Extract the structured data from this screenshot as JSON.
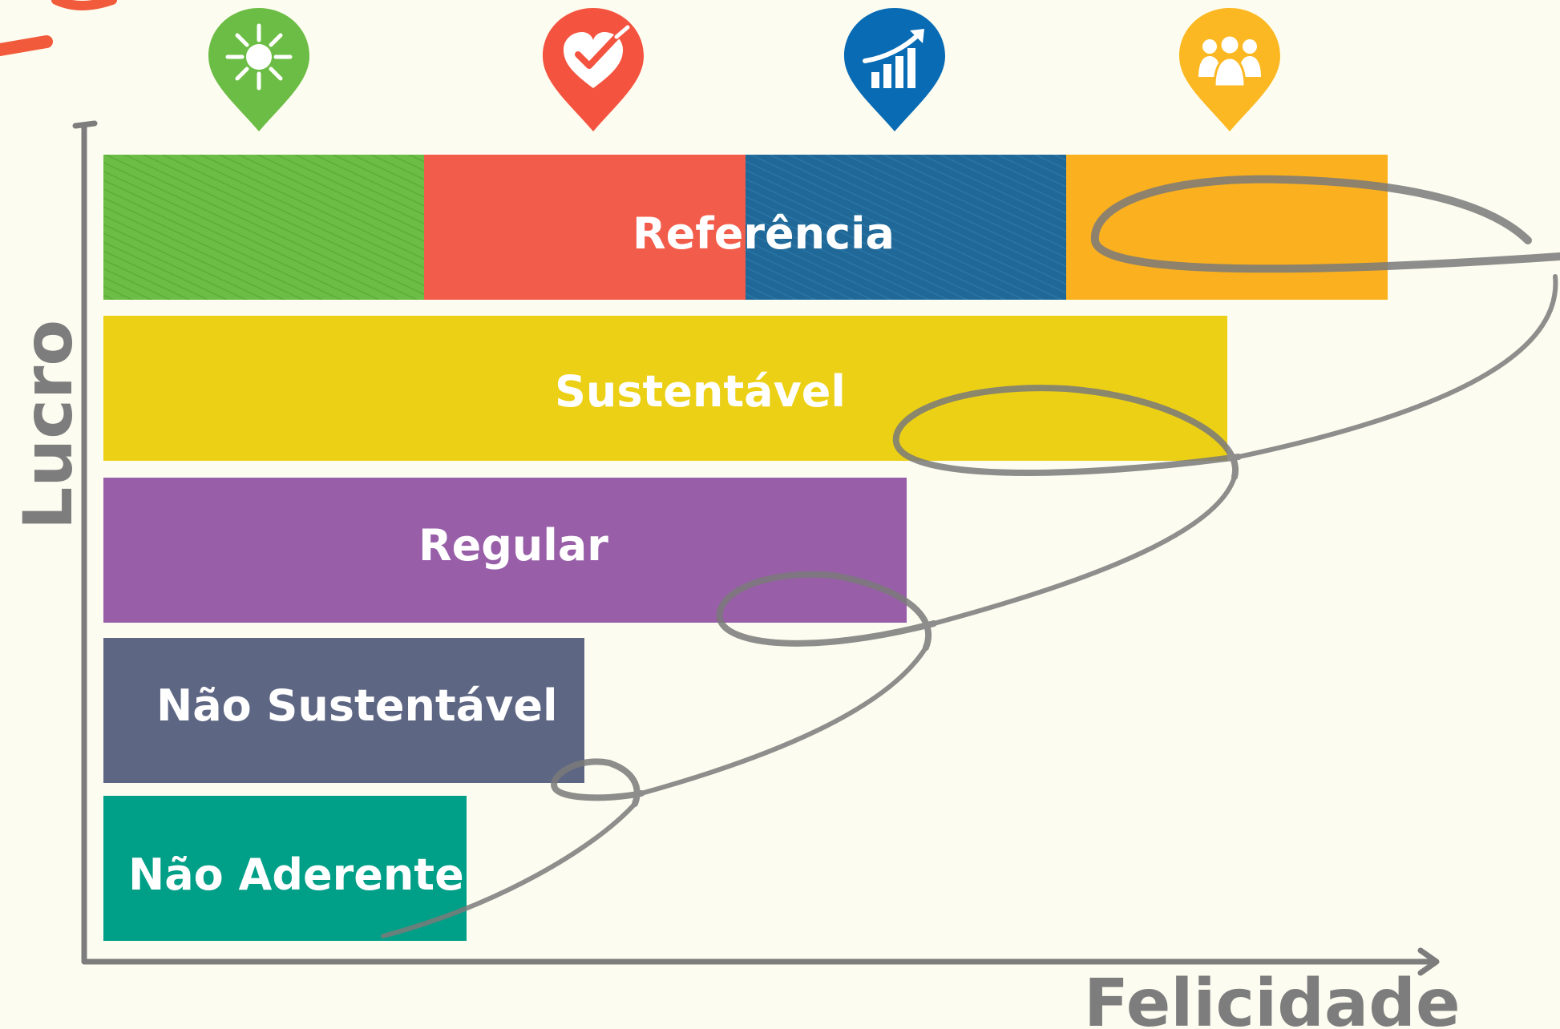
{
  "diagram": {
    "y_axis_title": "Lucro",
    "x_axis_title": "Felicidade",
    "levels": [
      {
        "id": "referencia",
        "label": "Referência"
      },
      {
        "id": "sustentavel",
        "label": "Sustentável",
        "color": "#ecd015"
      },
      {
        "id": "regular",
        "label": "Regular",
        "color": "#985ea8"
      },
      {
        "id": "nao-sustentavel",
        "label": "Não Sustentável",
        "color": "#5d6683"
      },
      {
        "id": "nao-aderente",
        "label": "Não Aderente",
        "color": "#009f87"
      }
    ],
    "referencia_segments": [
      {
        "icon": "sun-icon",
        "color": "#6bbd45"
      },
      {
        "icon": "heart-check-icon",
        "color": "#f25c4a"
      },
      {
        "icon": "growth-chart-icon",
        "color": "#1f6897"
      },
      {
        "icon": "people-icon",
        "color": "#fbb11f"
      }
    ],
    "pin_colors": {
      "sun": "#6cbd45",
      "heart": "#f4533f",
      "chart": "#086bb4",
      "people": "#fbb822"
    },
    "axis_color": "#7d7d7d",
    "spiral_color": "#7a7a7a",
    "accent_color": "#f15a3a"
  }
}
